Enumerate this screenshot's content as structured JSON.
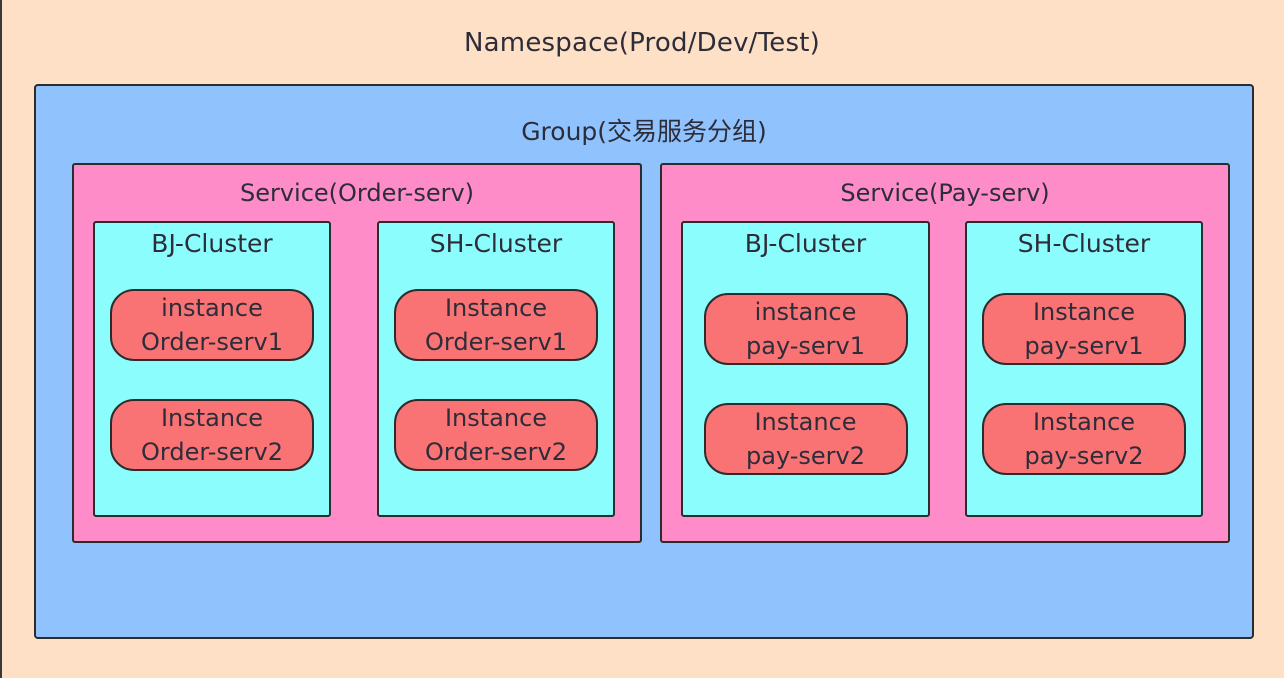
{
  "namespace": {
    "title": "Namespace(Prod/Dev/Test)"
  },
  "group": {
    "title": "Group(交易服务分组)"
  },
  "services": [
    {
      "title": "Service(Order-serv)",
      "clusters": [
        {
          "title": "BJ-Cluster",
          "instances": [
            [
              "instance",
              "Order-serv1"
            ],
            [
              "Instance",
              "Order-serv2"
            ]
          ]
        },
        {
          "title": "SH-Cluster",
          "instances": [
            [
              "Instance",
              "Order-serv1"
            ],
            [
              "Instance",
              "Order-serv2"
            ]
          ]
        }
      ]
    },
    {
      "title": "Service(Pay-serv)",
      "clusters": [
        {
          "title": "BJ-Cluster",
          "instances": [
            [
              "instance",
              "pay-serv1"
            ],
            [
              "Instance",
              "pay-serv2"
            ]
          ]
        },
        {
          "title": "SH-Cluster",
          "instances": [
            [
              "Instance",
              "pay-serv1"
            ],
            [
              "Instance",
              "pay-serv2"
            ]
          ]
        }
      ]
    }
  ],
  "colors": {
    "background": "#fde0c5",
    "group": "#90c2fd",
    "service": "#fe8cc8",
    "cluster": "#8cfdfd",
    "instance": "#fa7374"
  }
}
